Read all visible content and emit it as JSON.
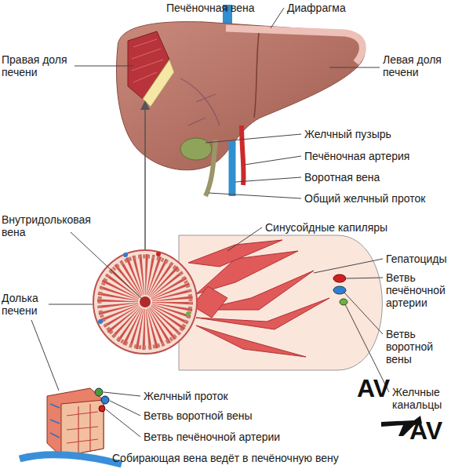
{
  "diagram": {
    "labels": [
      "Печёночная вена",
      "Диафрагма",
      "Правая доля печени",
      "Левая доля печени",
      "Желчный пузырь",
      "Печёночная артерия",
      "Воротная вена",
      "Общий желчный проток",
      "Внутридольковая вена",
      "Синусойдные капиляры",
      "Долька печени",
      "Гепатоциды",
      "Ветвь печёночной артерии",
      "Ветвь воротной вены",
      "Желчные канальцы",
      "Желчный проток",
      "Ветвь воротной вены",
      "Ветвь печёночной артерии",
      "Собирающая вена ведёт в печёночную вену",
      "AV",
      "AV"
    ]
  }
}
